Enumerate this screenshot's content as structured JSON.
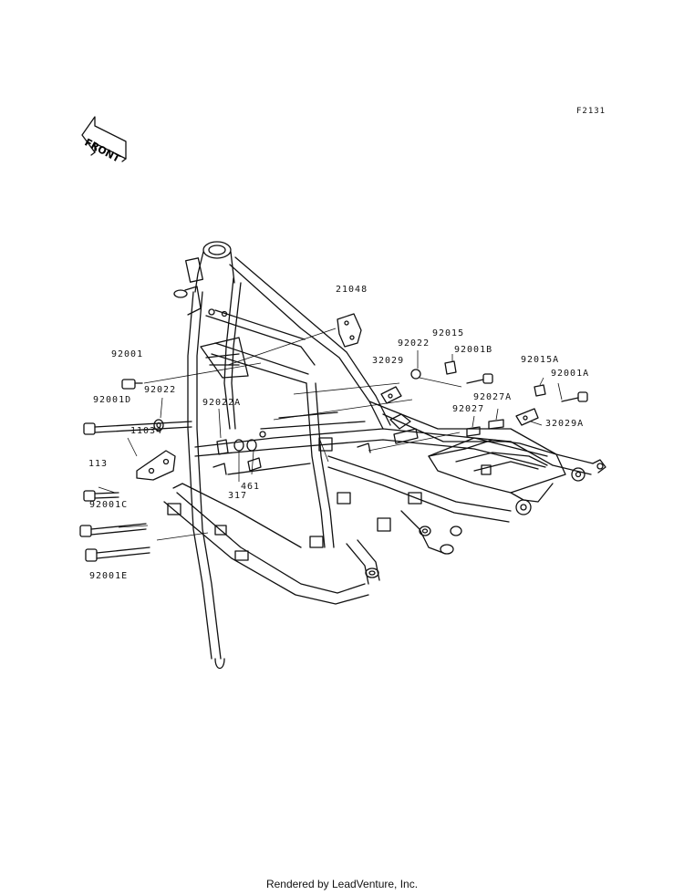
{
  "figure_code": "F2131",
  "front_label": "FRONT",
  "footer": "Rendered by LeadVenture, Inc.",
  "watermark_icon": "leadventure-watermark",
  "parts": [
    {
      "id": "p21048",
      "label": "21048"
    },
    {
      "id": "p92015",
      "label": "92015"
    },
    {
      "id": "p92022b",
      "label": "92022"
    },
    {
      "id": "p32029",
      "label": "32029"
    },
    {
      "id": "p92001B",
      "label": "92001B"
    },
    {
      "id": "p92015A",
      "label": "92015A"
    },
    {
      "id": "p92001",
      "label": "92001"
    },
    {
      "id": "p92001A",
      "label": "92001A"
    },
    {
      "id": "p92027A",
      "label": "92027A"
    },
    {
      "id": "p92022",
      "label": "92022"
    },
    {
      "id": "p92001D",
      "label": "92001D"
    },
    {
      "id": "p92022A",
      "label": "92022A"
    },
    {
      "id": "p92027",
      "label": "92027"
    },
    {
      "id": "p32029A",
      "label": "32029A"
    },
    {
      "id": "p11034",
      "label": "11034"
    },
    {
      "id": "p113",
      "label": "113"
    },
    {
      "id": "p461",
      "label": "461"
    },
    {
      "id": "p317",
      "label": "317"
    },
    {
      "id": "p92001C",
      "label": "92001C"
    },
    {
      "id": "p92001E",
      "label": "92001E"
    }
  ]
}
